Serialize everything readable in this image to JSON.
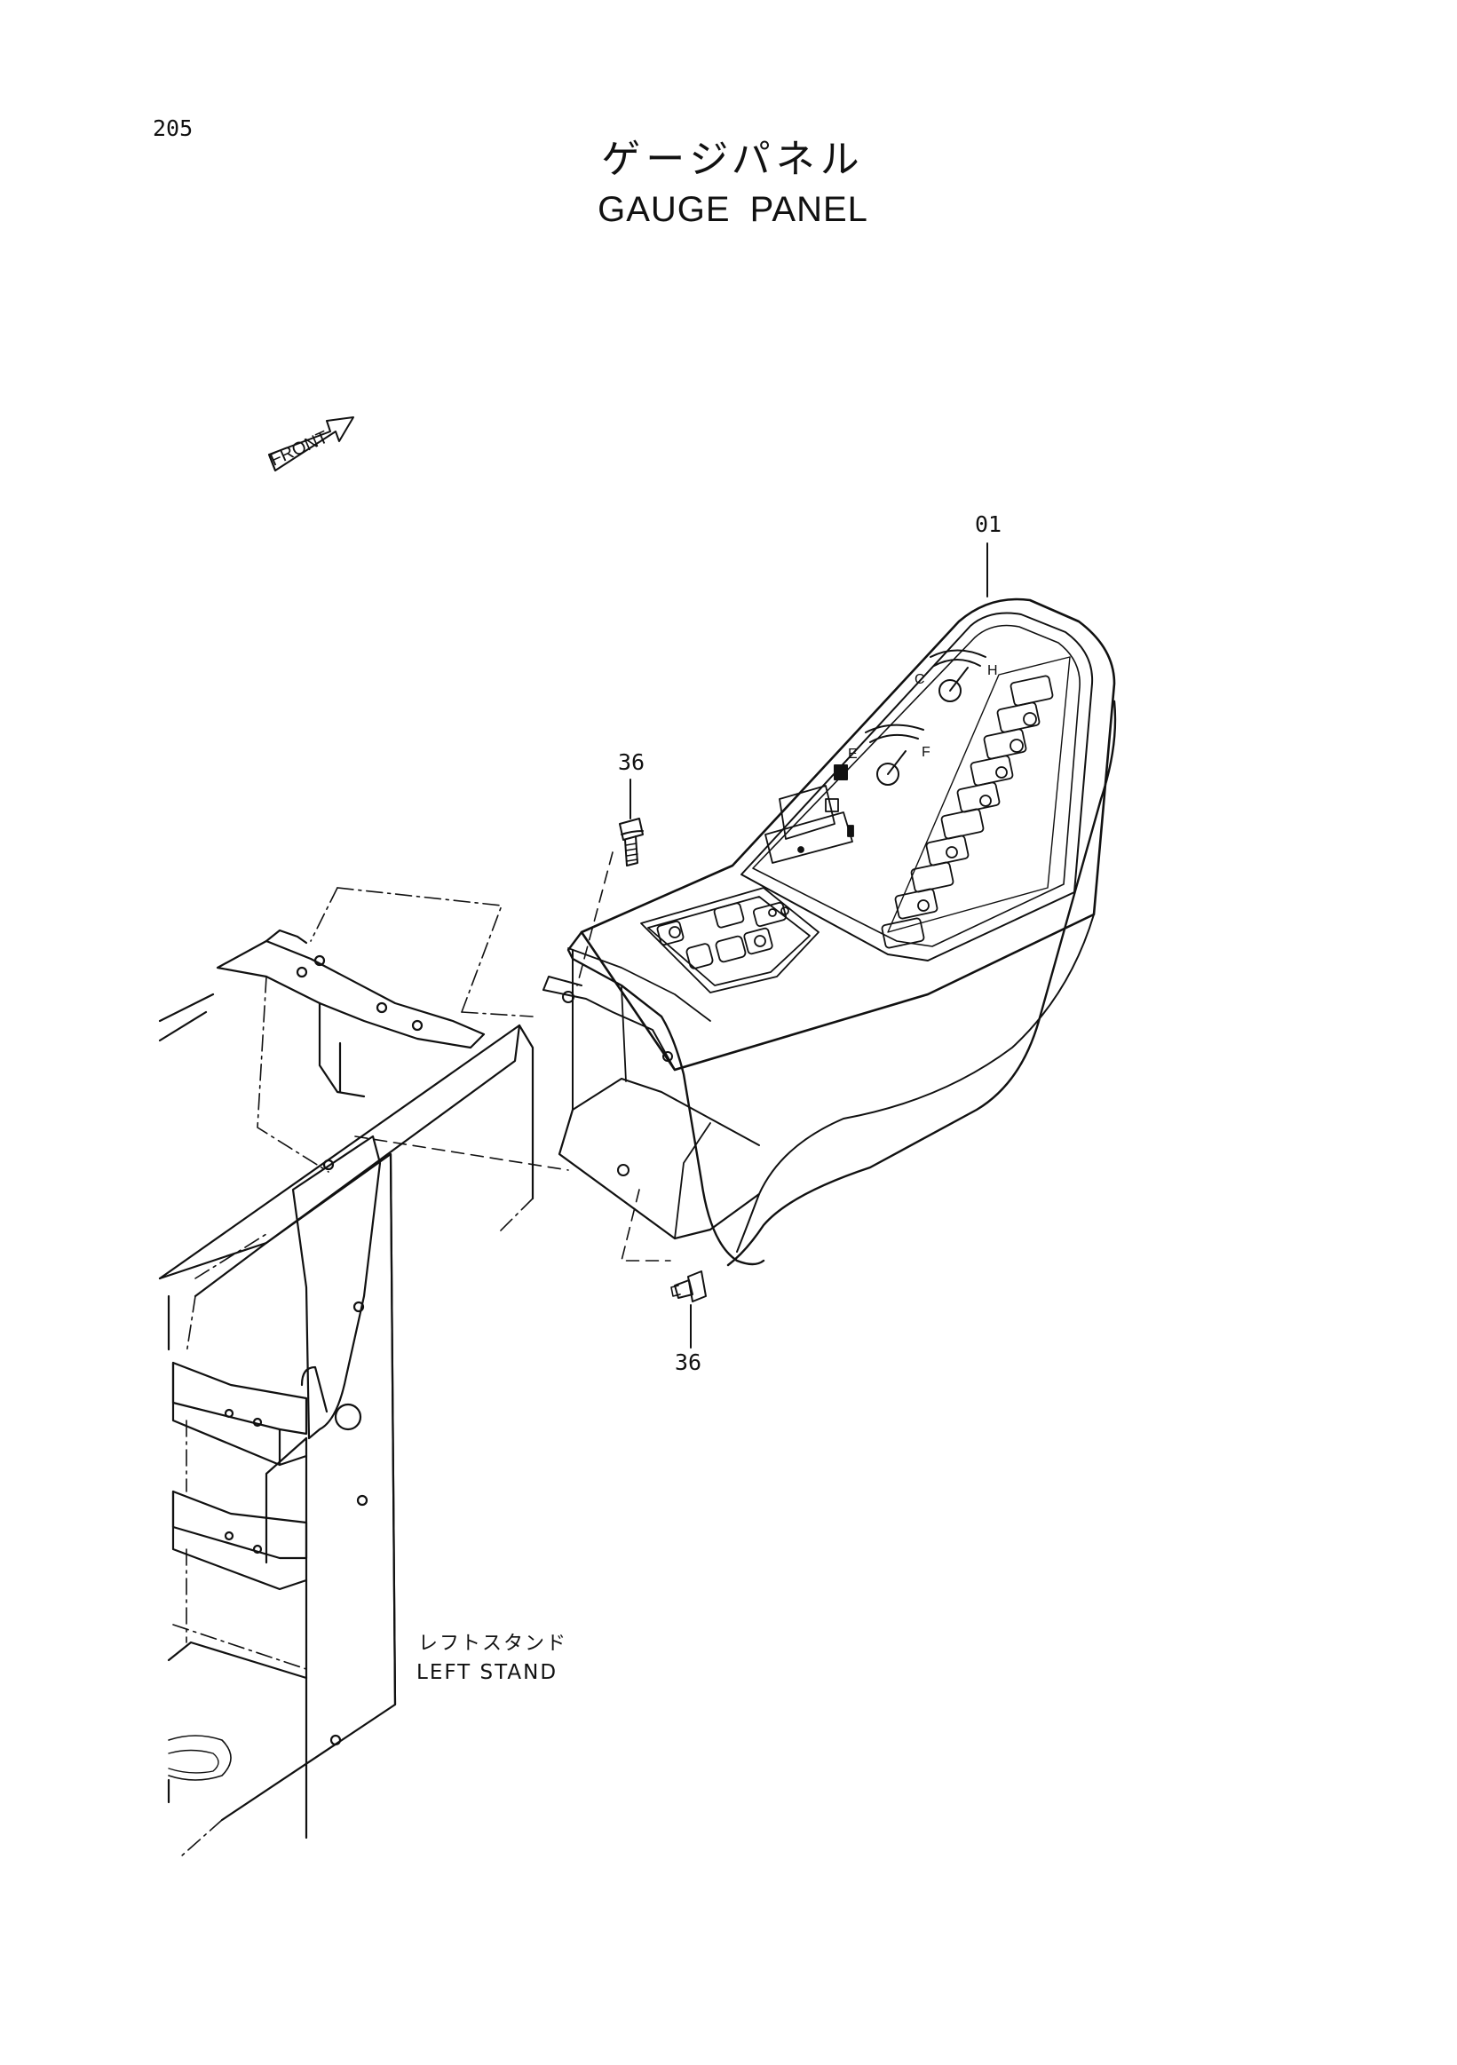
{
  "page": {
    "number": "205",
    "title_ja": "ゲージパネル",
    "title_en": "GAUGE PANEL"
  },
  "direction_marker": {
    "label": "FRONT",
    "icon": "front-arrow-icon"
  },
  "callouts": [
    {
      "id": "callout-01",
      "label": "01",
      "part": "gauge panel"
    },
    {
      "id": "callout-36-top",
      "label": "36",
      "part": "bolt"
    },
    {
      "id": "callout-36-bottom",
      "label": "36",
      "part": "bolt"
    }
  ],
  "labels": {
    "left_stand_ja": "レフトスタンド",
    "left_stand_en": "LEFT STAND"
  },
  "gauge_marks": {
    "temp_cold": "C",
    "temp_hot": "H",
    "fuel_empty": "E",
    "fuel_full": "F"
  },
  "colors": {
    "ink": "#111111",
    "paper": "#ffffff"
  }
}
